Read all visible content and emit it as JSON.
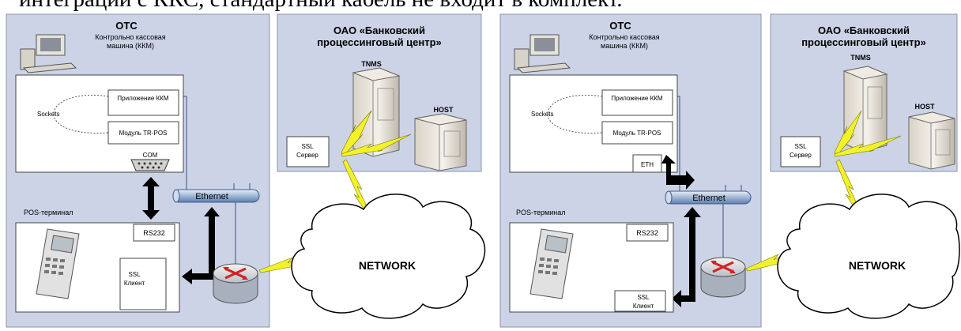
{
  "caption": "интеграции с ККС, стандартный кабель не входит в комплект.",
  "colors": {
    "panel": "#ccd3e6",
    "box": "#ffffff",
    "bolt": "#f2f22a",
    "arrow": "#000000"
  },
  "left_diagram": {
    "ots_title": "ОТС",
    "kkm_label_line1": "Контрольно кассовая",
    "kkm_label_line2": "машина (ККМ)",
    "app_label": "Приложение ККМ",
    "sockets_label": "Sockets",
    "module_label": "Модуль TR-POS",
    "port_label": "COM",
    "ethernet_label": "Ethernet",
    "pos_label": "POS-терминал",
    "rs232_label": "RS232",
    "ssl_client_line1": "SSL",
    "ssl_client_line2": "Клиент",
    "bank_title_line1": "ОАО «Банковский",
    "bank_title_line2": "процессинговый центр»",
    "tnms_label": "TNMS",
    "host_label": "HOST",
    "ssl_server_line1": "SSL",
    "ssl_server_line2": "Сервер",
    "network_label": "NETWORK"
  },
  "right_diagram": {
    "ots_title": "ОТС",
    "kkm_label_line1": "Контрольно кассовая",
    "kkm_label_line2": "машина (ККМ)",
    "app_label": "Приложение ККМ",
    "sockets_label": "Sockets",
    "module_label": "Модуль TR-POS",
    "port_label": "ETH",
    "ethernet_label": "Ethernet",
    "pos_label": "POS-терминал",
    "rs232_label": "RS232",
    "ssl_client_line1": "SSL",
    "ssl_client_line2": "Клиент",
    "bank_title_line1": "ОАО «Банковский",
    "bank_title_line2": "процессинговый центр»",
    "tnms_label": "TNMS",
    "host_label": "HOST",
    "ssl_server_line1": "SSL",
    "ssl_server_line2": "Сервер",
    "network_label": "NETWORK"
  }
}
